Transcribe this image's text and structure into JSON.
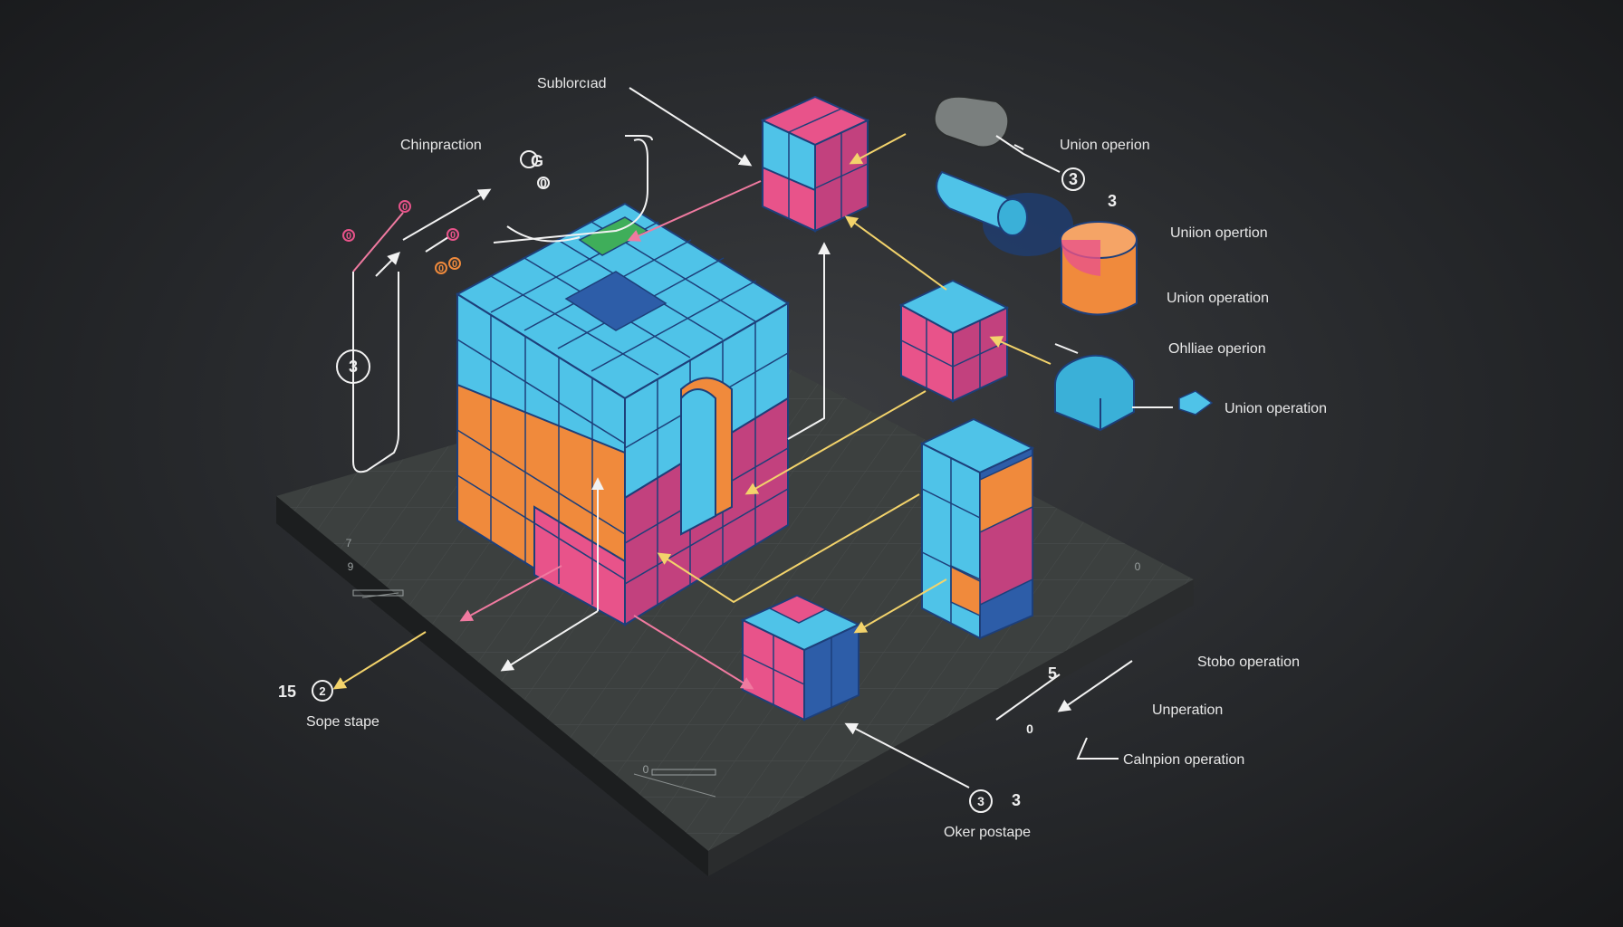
{
  "colors": {
    "cyan": "#4fc3e8",
    "pink": "#e8538a",
    "orange": "#f08a3c",
    "navy": "#1d3f7a",
    "green": "#3fae5a",
    "platform": "#3c403f",
    "label": "#e8e8e8",
    "arrow_yellow": "#f3d36b",
    "arrow_pink": "#f07aa0"
  },
  "labels": {
    "subtracted": "Sublorcıad",
    "chinpraction": "Chinpraction",
    "union_top": "Union operion",
    "union_2": "Uniion opertion",
    "union_3": "Union operation",
    "ohlliae": "Ohlliae operion",
    "union_4": "Union operation",
    "stobo": "Stobo operation",
    "unperation": "Unperation",
    "calnpion": "Calnpion operation",
    "sope_stape": "Sope stape",
    "oker_postape": "Oker postape"
  },
  "markers": {
    "m_g": "G",
    "m_0a": "0",
    "m_3_circle": "3",
    "m_0_pink": "0",
    "m_0_pink2": "0",
    "m_0_small": "0",
    "m_0_orange": "0",
    "m_0_orange2": "0",
    "m_3_left": "3",
    "m_3_right": "3",
    "m_15": "15",
    "m_2_circle": "2",
    "m_5": "5",
    "m_0_bottom": "0",
    "m_3_bottom_circle": "3",
    "m_3_bottom": "3",
    "m_7_grid": "7",
    "m_9_grid": "9",
    "m_0_grid": "0",
    "m_0_grid2": "0"
  },
  "icons": [
    "arrow-icon",
    "circle-marker-icon"
  ]
}
